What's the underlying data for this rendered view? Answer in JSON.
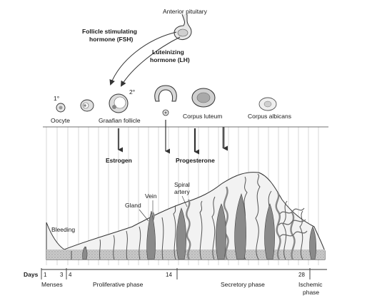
{
  "labels": {
    "pituitary": "Anterior pituitary",
    "fsh_line1": "Follicle stimulating",
    "fsh_line2": "hormone (FSH)",
    "lh_line1": "Luteinizing",
    "lh_line2": "hormone (LH)",
    "primary_mark": "1°",
    "secondary_mark": "2°",
    "oocyte": "Oocyte",
    "graafian": "Graafian follicle",
    "corpus_luteum": "Corpus luteum",
    "corpus_albicans": "Corpus albicans",
    "estrogen": "Estrogen",
    "progesterone": "Progesterone",
    "spiral_artery_1": "Spiral",
    "spiral_artery_2": "artery",
    "vein": "Vein",
    "gland": "Gland",
    "bleeding": "Bleeding"
  },
  "timeline": {
    "days_label": "Days",
    "day_ticks": [
      "1",
      "3",
      "4",
      "14",
      "28"
    ],
    "phases": {
      "menses": "Menses",
      "proliferative": "Proliferative phase",
      "secretory": "Secretory phase",
      "ischemic_1": "Ischemic",
      "ischemic_2": "phase"
    }
  }
}
